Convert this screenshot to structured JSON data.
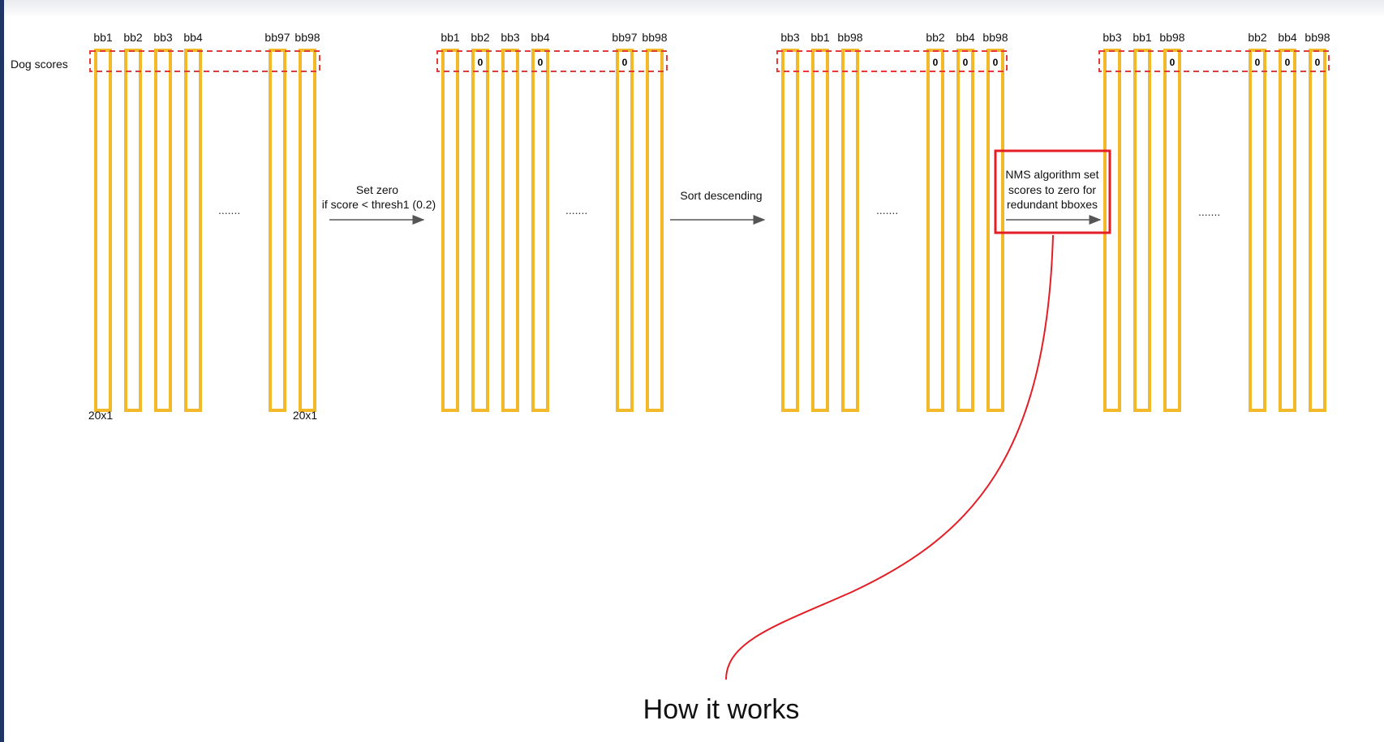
{
  "row_label": "Dog scores",
  "ellipsis": ".......",
  "dim_label": "20x1",
  "zero_text": "0",
  "steps": {
    "set_zero": {
      "line1": "Set zero",
      "line2": "if score < thresh1 (0.2)"
    },
    "sort": {
      "line1": "Sort descending"
    },
    "nms": {
      "line1": "NMS algorithm set",
      "line2": "scores to zero for",
      "line3": "redundant bboxes"
    }
  },
  "caption": "How it works",
  "panels": [
    {
      "labels": [
        "bb1",
        "bb2",
        "bb3",
        "bb4",
        "bb97",
        "bb98"
      ],
      "zeros": [
        false,
        false,
        false,
        false,
        false,
        false
      ]
    },
    {
      "labels": [
        "bb1",
        "bb2",
        "bb3",
        "bb4",
        "bb97",
        "bb98"
      ],
      "zeros": [
        false,
        true,
        false,
        true,
        true,
        false
      ]
    },
    {
      "labels": [
        "bb3",
        "bb1",
        "bb98",
        "bb2",
        "bb4",
        "bb98"
      ],
      "zeros": [
        false,
        false,
        false,
        true,
        true,
        true
      ]
    },
    {
      "labels": [
        "bb3",
        "bb1",
        "bb98",
        "bb2",
        "bb4",
        "bb98"
      ],
      "zeros": [
        false,
        false,
        true,
        true,
        true,
        true
      ]
    }
  ],
  "colors": {
    "bar": "#f2b92b",
    "dashed_box": "#e43a3a",
    "highlight": "#e41e26",
    "arrow": "#555555",
    "edge": "#1f3566"
  }
}
